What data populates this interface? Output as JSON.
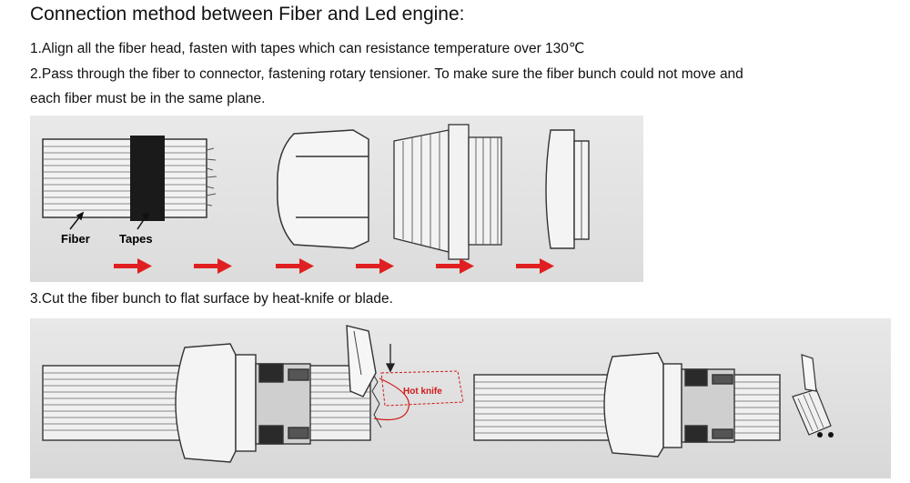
{
  "title": "Connection method between Fiber and Led engine:",
  "steps": {
    "step1": "1.Align all the fiber head, fasten with tapes which can resistance temperature over 130℃",
    "step2_line1": "2.Pass through the fiber to connector, fastening rotary tensioner. To make sure the fiber bunch could not move and",
    "step2_line2": "each fiber must be in the same plane.",
    "step3": "3.Cut the fiber bunch to flat surface by heat-knife or blade."
  },
  "figure1": {
    "labels": {
      "fiber": "Fiber",
      "tapes": "Tapes"
    },
    "arrow_color": "#e02020"
  },
  "figure2": {
    "labels": {
      "hot_knife": "Hot knife"
    },
    "label_color": "#d01818"
  }
}
